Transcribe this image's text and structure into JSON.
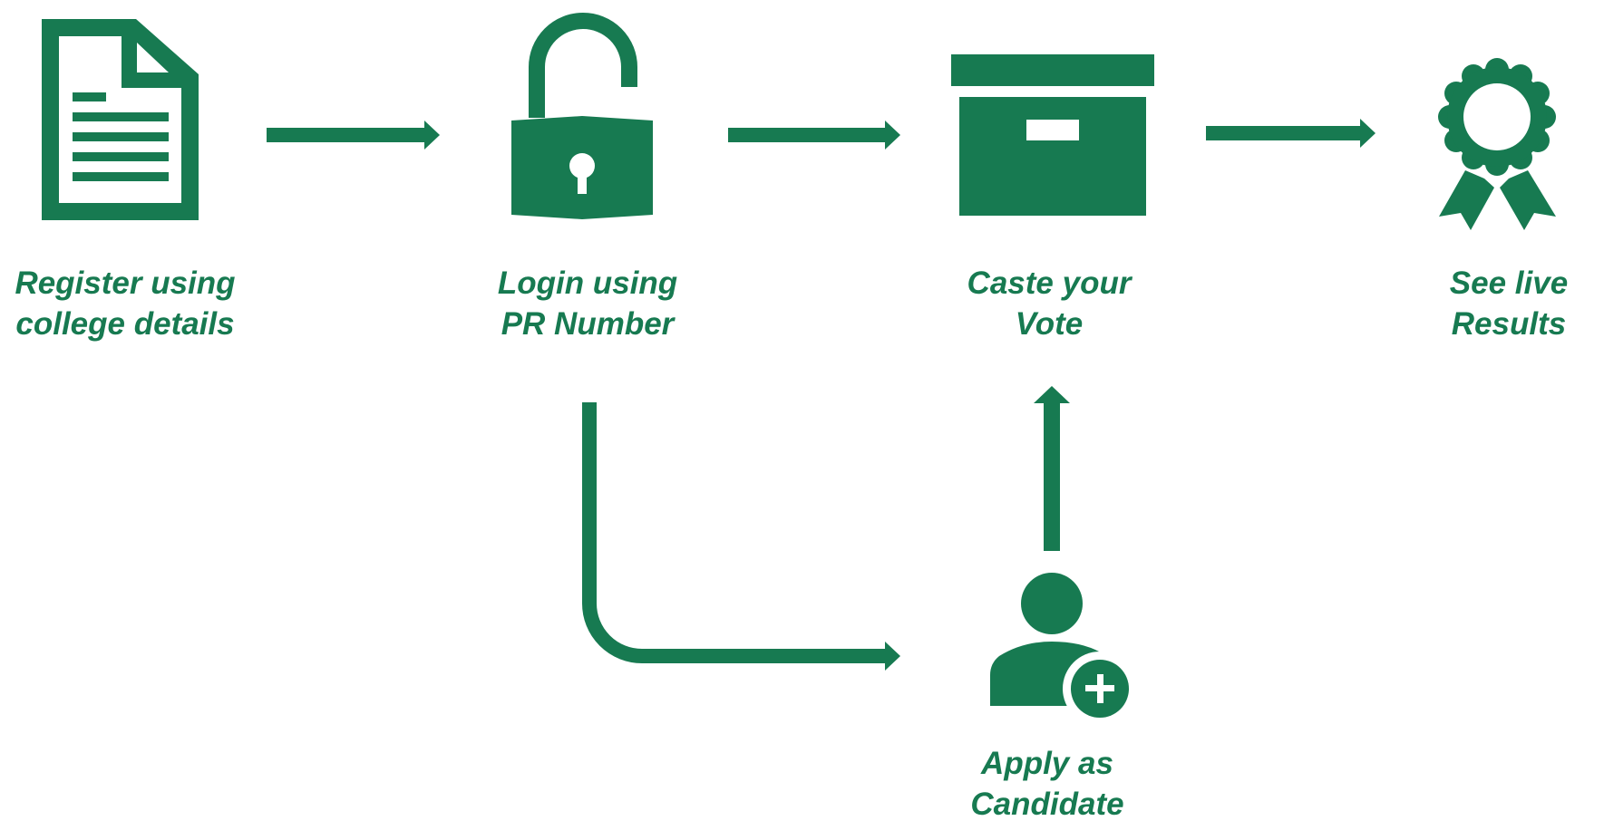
{
  "colors": {
    "accent": "#177a51",
    "background": "#ffffff"
  },
  "steps": {
    "register": {
      "icon": "document-icon",
      "line1": "Register using",
      "line2": "college details"
    },
    "login": {
      "icon": "unlocked-padlock-icon",
      "line1": "Login using",
      "line2": "PR Number"
    },
    "vote": {
      "icon": "ballot-box-icon",
      "line1": "Caste your",
      "line2": "Vote"
    },
    "results": {
      "icon": "award-ribbon-icon",
      "line1": "See live",
      "line2": "Results"
    },
    "apply": {
      "icon": "add-user-icon",
      "line1": "Apply as",
      "line2": "Candidate"
    }
  },
  "connections": [
    {
      "from": "register",
      "to": "login"
    },
    {
      "from": "login",
      "to": "vote"
    },
    {
      "from": "vote",
      "to": "results"
    },
    {
      "from": "login",
      "to": "apply"
    },
    {
      "from": "apply",
      "to": "vote"
    }
  ]
}
